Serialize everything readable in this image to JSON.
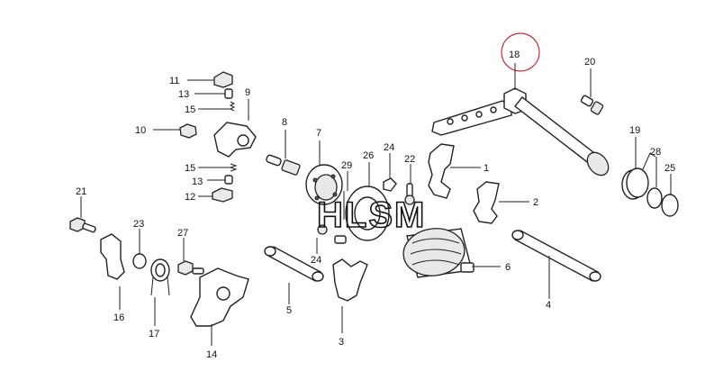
{
  "watermark": "HLSM",
  "highlight_color": "#cc2a3a",
  "callouts": [
    {
      "num": "11"
    },
    {
      "num": "13"
    },
    {
      "num": "15"
    },
    {
      "num": "9"
    },
    {
      "num": "10"
    },
    {
      "num": "15"
    },
    {
      "num": "13"
    },
    {
      "num": "12"
    },
    {
      "num": "8"
    },
    {
      "num": "7"
    },
    {
      "num": "29"
    },
    {
      "num": "24"
    },
    {
      "num": "26"
    },
    {
      "num": "22"
    },
    {
      "num": "1"
    },
    {
      "num": "2"
    },
    {
      "num": "18"
    },
    {
      "num": "20"
    },
    {
      "num": "19"
    },
    {
      "num": "28"
    },
    {
      "num": "25"
    },
    {
      "num": "21"
    },
    {
      "num": "23"
    },
    {
      "num": "27"
    },
    {
      "num": "16"
    },
    {
      "num": "17"
    },
    {
      "num": "14"
    },
    {
      "num": "24"
    },
    {
      "num": "5"
    },
    {
      "num": "3"
    },
    {
      "num": "6"
    },
    {
      "num": "4"
    }
  ]
}
